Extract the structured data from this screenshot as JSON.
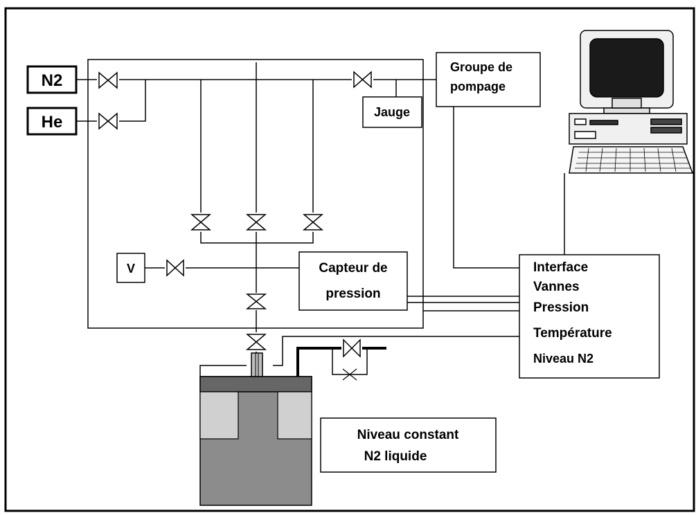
{
  "gases": {
    "n2": "N2",
    "he": "He"
  },
  "boxes": {
    "pump_line1": "Groupe de",
    "pump_line2": "pompage",
    "gauge": "Jauge",
    "volume": "V",
    "sensor_line1": "Capteur de",
    "sensor_line2": "pression",
    "bath_line1": "Niveau constant",
    "bath_line2": "N2 liquide"
  },
  "interface": {
    "lines": [
      "Interface",
      "Vannes",
      "Pression",
      "Température",
      "Niveau N2"
    ]
  },
  "icons": {
    "computer": "desktop-computer-icon",
    "valve": "valve-icon"
  },
  "colors": {
    "line": "#000000",
    "vessel": "#8c8c8c",
    "vessel_lid": "#666666",
    "insert": "#d0d0d0",
    "screen": "#1a1a1a"
  }
}
